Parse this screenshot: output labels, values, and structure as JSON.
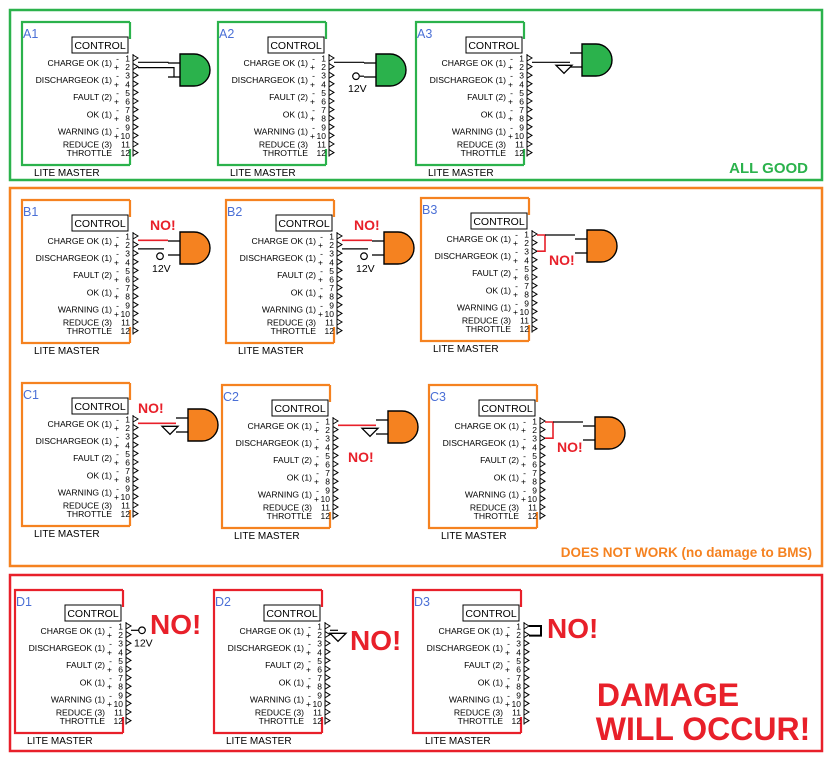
{
  "colors": {
    "green": "#2bb24c",
    "orange": "#f58220",
    "red": "#e8202a",
    "blue": "#4a6fd6",
    "black": "#000000"
  },
  "terminal": {
    "control_label": "CONTROL",
    "device_label": "LITE MASTER",
    "signals": [
      "CHARGE OK (1)",
      "DISCHARGEOK (1)",
      "FAULT (2)",
      "OK (1)",
      "WARNING (1)",
      "REDUCE (3)",
      "THROTTLE"
    ],
    "pin_numbers": [
      "1",
      "2",
      "3",
      "4",
      "5",
      "6",
      "7",
      "8",
      "9",
      "10",
      "11",
      "12"
    ],
    "pin_polarity": [
      "-",
      "+",
      "-",
      "+",
      "-",
      "+",
      "-",
      "+",
      "-",
      "+"
    ]
  },
  "supply_label": "12V",
  "no_label": "NO!",
  "sections": [
    {
      "id": "A",
      "caption": "ALL GOOD",
      "color_key": "green",
      "panels": [
        {
          "id": "A1",
          "tag": "A1",
          "variant": "gate-pins-2-3",
          "no": false
        },
        {
          "id": "A2",
          "tag": "A2",
          "variant": "gate-supply",
          "no": false
        },
        {
          "id": "A3",
          "tag": "A3",
          "variant": "gate-ground",
          "no": false
        }
      ]
    },
    {
      "id": "BC",
      "caption": "DOES NOT WORK (no damage to BMS)",
      "color_key": "orange",
      "panels": [
        {
          "id": "B1",
          "tag": "B1",
          "variant": "gate-supply-wrong",
          "no": true
        },
        {
          "id": "B2",
          "tag": "B2",
          "variant": "gate-supply-wrong-2",
          "no": true
        },
        {
          "id": "B3",
          "tag": "B3",
          "variant": "gate-pin-loop",
          "no": true
        },
        {
          "id": "C1",
          "tag": "C1",
          "variant": "gate-ground-wrong",
          "no": true
        },
        {
          "id": "C2",
          "tag": "C2",
          "variant": "gate-ground-wrong-2",
          "no": true
        },
        {
          "id": "C3",
          "tag": "C3",
          "variant": "gate-pin-loop-2",
          "no": true
        }
      ]
    },
    {
      "id": "D",
      "caption_lines": [
        "DAMAGE",
        "WILL OCCUR!"
      ],
      "color_key": "red",
      "panels": [
        {
          "id": "D1",
          "tag": "D1",
          "variant": "direct-supply",
          "no": true
        },
        {
          "id": "D2",
          "tag": "D2",
          "variant": "direct-ground",
          "no": true
        },
        {
          "id": "D3",
          "tag": "D3",
          "variant": "direct-short",
          "no": true
        }
      ]
    }
  ]
}
